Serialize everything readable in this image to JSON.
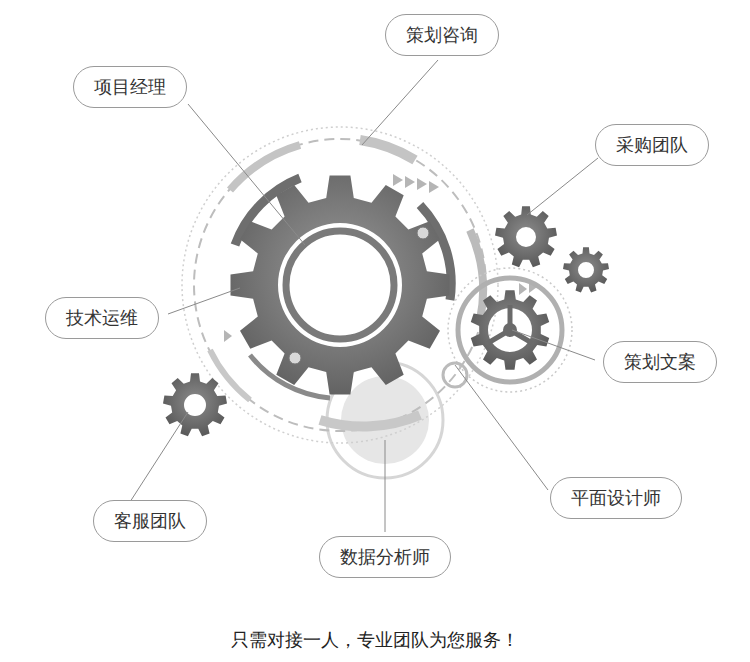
{
  "diagram": {
    "caption": "只需对接一人，专业团队为您服务！",
    "nodes": [
      {
        "text": [
          "策划咨询"
        ]
      },
      {
        "text": [
          "项目经理"
        ]
      },
      {
        "text": [
          "采购团队"
        ]
      },
      {
        "text": [
          "技术运维"
        ]
      },
      {
        "text": [
          "策划文案"
        ]
      },
      {
        "text": [
          "平面设计师"
        ]
      },
      {
        "text": [
          "客服团队"
        ]
      },
      {
        "text": [
          "数据分析师"
        ]
      }
    ]
  }
}
